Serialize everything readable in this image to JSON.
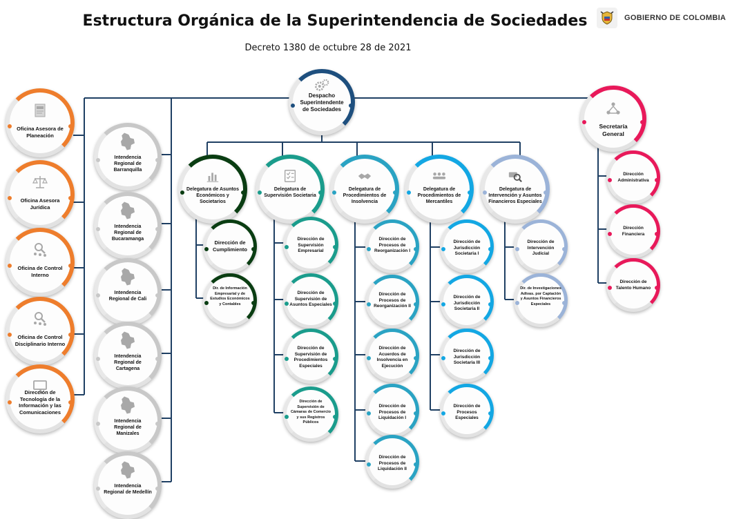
{
  "title": "Estructura Orgánica de la Superintendencia de Sociedades",
  "subtitle": "Decreto 1380 de octubre 28 de 2021",
  "government": {
    "label": "GOBIERNO DE COLOMBIA",
    "emblem_icon": "colombia-coat-of-arms-icon"
  },
  "colors": {
    "despacho": "#1e4f7e",
    "asesora": "#ee7d2c",
    "regional": "#c8c8c8",
    "economicos": "#0a3d12",
    "supervision": "#1a9c8c",
    "insolvencia": "#2aa3c3",
    "mercantiles": "#13a7e3",
    "intervencion": "#9bb3d8",
    "secretaria": "#e8195a",
    "connector": "#1e3f63"
  },
  "nodes": {
    "despacho": {
      "label": "Despacho Superintendente de Sociedades",
      "icon": "gears-icon"
    },
    "secretaria": {
      "label": "Secretaría General",
      "icon": "people-network-icon"
    },
    "oficinas": [
      {
        "label": "Oficina Asesora de Planeación",
        "icon": "plan-document-icon"
      },
      {
        "label": "Oficina Asesora Jurídica",
        "icon": "scales-icon"
      },
      {
        "label": "Oficina de Control Interno",
        "icon": "magnifier-people-icon"
      },
      {
        "label": "Oficina de Control Disciplinario Interno",
        "icon": "magnifier-people-icon"
      },
      {
        "label": "Dirección de Tecnología de la Información y las Comunicaciones",
        "icon": "computer-icon"
      }
    ],
    "intendencias": [
      {
        "label": "Intendencia Regional de Barranquilla",
        "icon": "map-region-icon"
      },
      {
        "label": "Intendencia Regional de Bucaramanga",
        "icon": "map-region-icon"
      },
      {
        "label": "Intendencia Regional de Cali",
        "icon": "map-region-icon"
      },
      {
        "label": "Intendencia Regional de Cartagena",
        "icon": "map-region-icon"
      },
      {
        "label": "Intendencia Regional de Manizales",
        "icon": "map-region-icon"
      },
      {
        "label": "Intendencia Regional de Medellín",
        "icon": "map-region-icon"
      }
    ],
    "delegaturas": [
      {
        "label": "Delegatura de Asuntos Económicos y Societarios",
        "icon": "bar-chart-icon",
        "children": [
          "Dirección de Cumplimiento",
          "Dir. de Información Empresarial y de Estudios Económicos y Contables"
        ]
      },
      {
        "label": "Delegatura de Supervisión Societaria",
        "icon": "checklist-icon",
        "children": [
          "Dirección de Supervisión Empresarial",
          "Dirección de Supervisión de Asuntos Especiales",
          "Dirección de Supervisión de Procedimientos Especiales",
          "Dirección de Supervisión de Cámaras de Comercio y sus Registros Públicos"
        ]
      },
      {
        "label": "Delegatura de Procedimientos de Insolvencia",
        "icon": "handshake-icon",
        "children": [
          "Dirección de Procesos de Reorganización I",
          "Dirección de Procesos de Reorganización II",
          "Dirección de Acuerdos de Insolvencia en Ejecución",
          "Dirección de Procesos de Liquidación I",
          "Dirección de Procesos de Liquidación II"
        ]
      },
      {
        "label": "Delegatura de Procedimientos de Mercantiles",
        "icon": "meeting-people-icon",
        "children": [
          "Dirección de Jurisdicción Societaria I",
          "Dirección de Jurisdicción Societaria II",
          "Dirección de Jurisdicción Societaria III",
          "Dirección de Procesos Especiales"
        ]
      },
      {
        "label": "Delegatura de Intervención y Asuntos Financieros Especiales",
        "icon": "money-magnifier-icon",
        "children": [
          "Dirección de Intervención Judicial",
          "Dir. de Investigaciones Adtvas. por Captación y Asuntos Financieros Especiales"
        ]
      }
    ],
    "secretaria_children": [
      "Dirección Administrativa",
      "Dirección Financiera",
      "Dirección de Talento Humano"
    ]
  }
}
